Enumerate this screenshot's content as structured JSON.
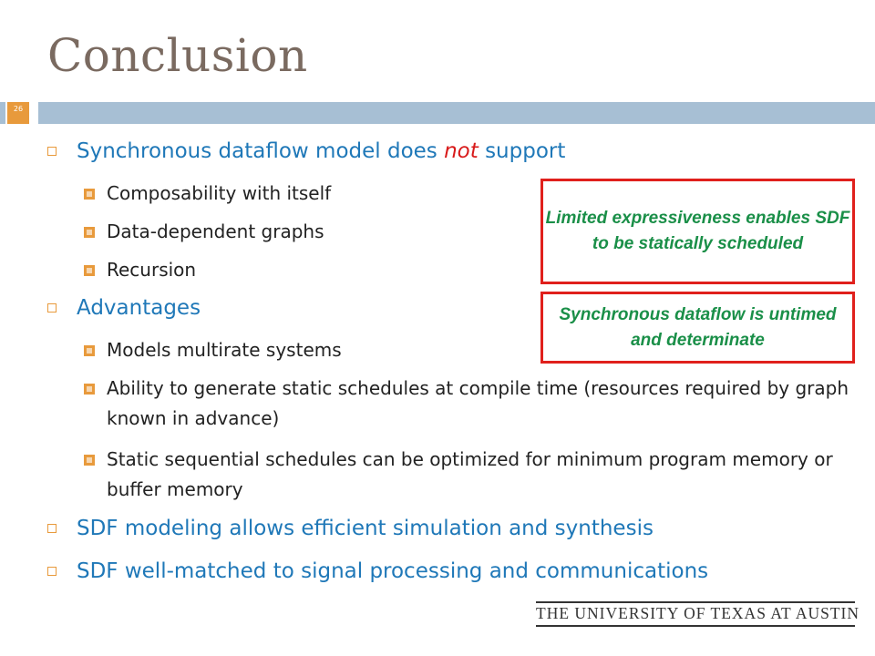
{
  "slide": {
    "title": "Conclusion",
    "slide_number": "26"
  },
  "bullets": {
    "b1": {
      "prefix": "Synchronous dataflow model does ",
      "emphasis": "not",
      "suffix": " support",
      "sub": [
        "Composability with itself",
        "Data-dependent graphs",
        "Recursion"
      ]
    },
    "b2": {
      "label": "Advantages",
      "sub": [
        "Models multirate systems",
        "Ability to generate static schedules at compile time (resources required by graph known in advance)",
        "Static sequential schedules can be optimized for minimum program memory or buffer memory"
      ]
    },
    "b3": {
      "label": "SDF modeling allows efficient simulation and synthesis"
    },
    "b4": {
      "label": "SDF well-matched to signal processing and communications"
    }
  },
  "callouts": {
    "c1": "Limited expressiveness enables SDF to be statically scheduled",
    "c2": "Synchronous dataflow is untimed and determinate"
  },
  "footer": {
    "logo_text": "THE UNIVERSITY OF TEXAS AT AUSTIN"
  },
  "colors": {
    "title": "#7a6a60",
    "level1_text": "#1f78b8",
    "accent_orange": "#e89a3c",
    "bar_blue": "#a7bfd4",
    "callout_border": "#e0201c",
    "callout_text": "#1a8f48",
    "emphasis_red": "#d81a1a"
  }
}
